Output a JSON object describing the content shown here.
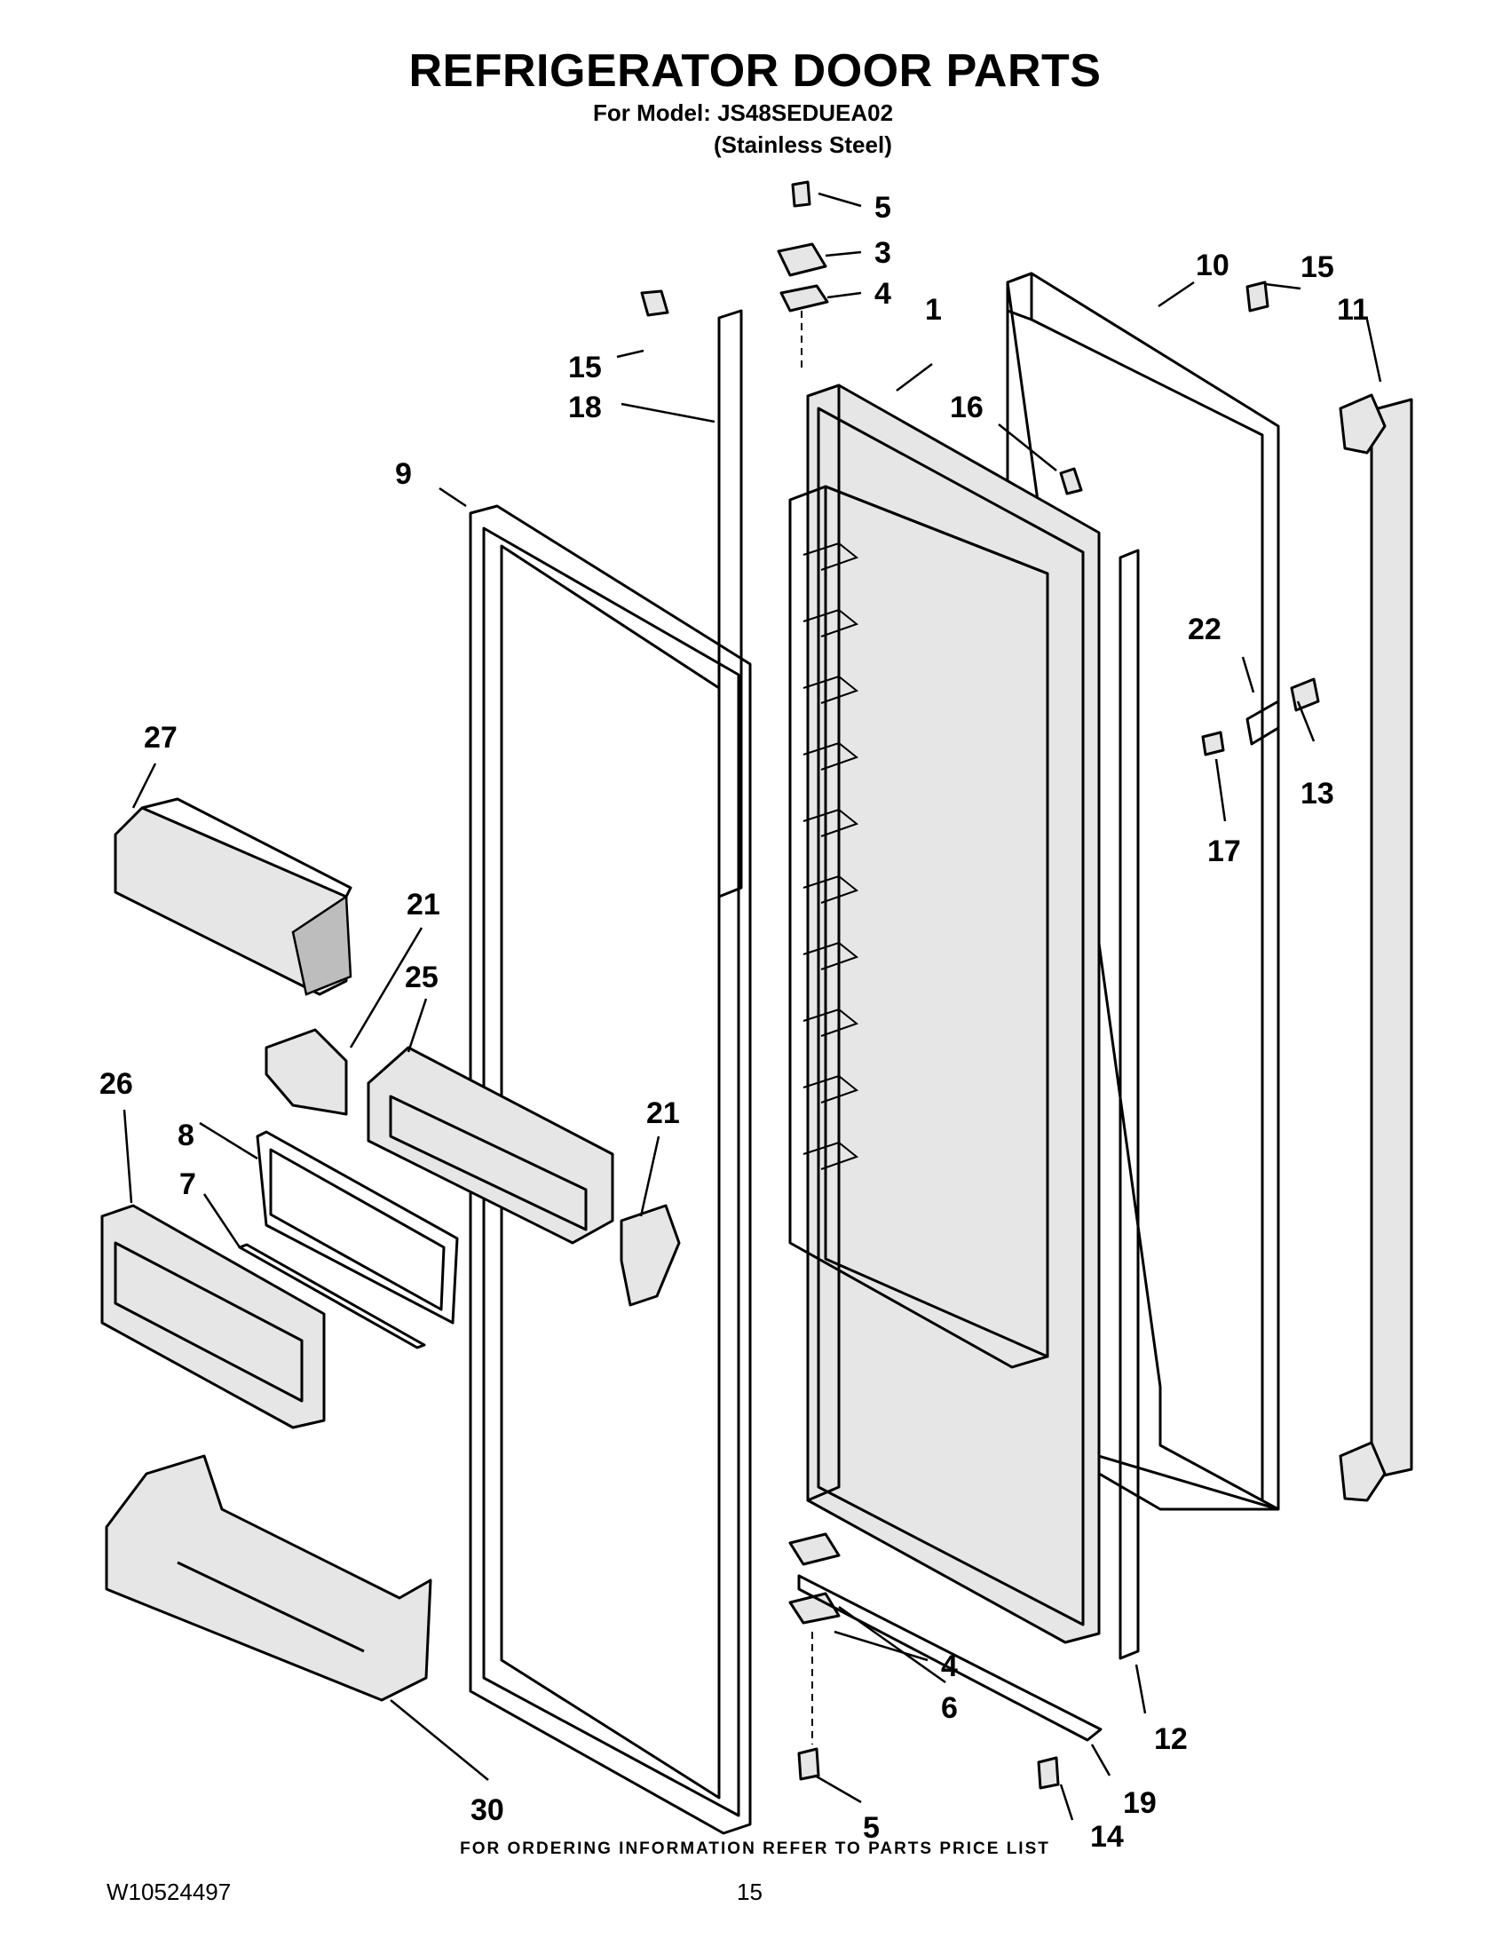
{
  "header": {
    "title": "REFRIGERATOR DOOR PARTS",
    "model_line": "For Model: JS48SEDUEA02",
    "finish_line": "(Stainless Steel)"
  },
  "callouts": {
    "c1": "1",
    "c3": "3",
    "c4a": "4",
    "c4b": "4",
    "c5a": "5",
    "c5b": "5",
    "c6": "6",
    "c7": "7",
    "c8": "8",
    "c9": "9",
    "c10": "10",
    "c11": "11",
    "c12": "12",
    "c13": "13",
    "c14": "14",
    "c15a": "15",
    "c15b": "15",
    "c16": "16",
    "c17": "17",
    "c18": "18",
    "c19": "19",
    "c21a": "21",
    "c21b": "21",
    "c22": "22",
    "c25": "25",
    "c26": "26",
    "c27": "27",
    "c30": "30"
  },
  "footer": {
    "ordering_note": "FOR ORDERING INFORMATION REFER TO PARTS PRICE LIST",
    "document_number": "W10524497",
    "page_number": "15"
  }
}
